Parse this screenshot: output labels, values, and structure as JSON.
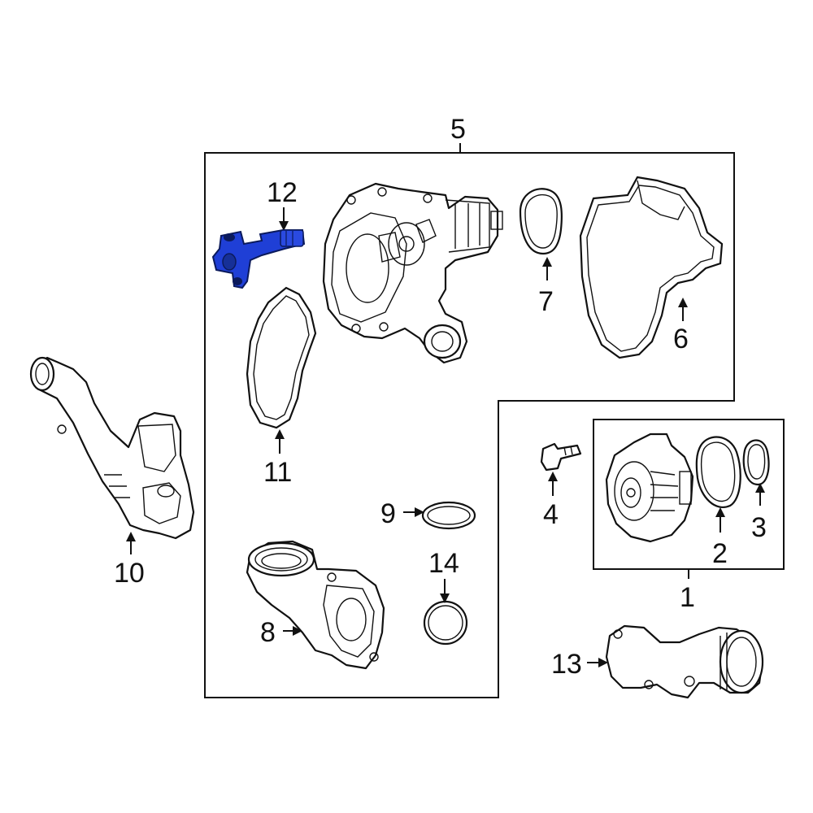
{
  "callouts": [
    {
      "id": "c1",
      "label": "1"
    },
    {
      "id": "c2",
      "label": "2"
    },
    {
      "id": "c3",
      "label": "3"
    },
    {
      "id": "c4",
      "label": "4"
    },
    {
      "id": "c5",
      "label": "5"
    },
    {
      "id": "c6",
      "label": "6"
    },
    {
      "id": "c7",
      "label": "7"
    },
    {
      "id": "c8",
      "label": "8"
    },
    {
      "id": "c9",
      "label": "9"
    },
    {
      "id": "c10",
      "label": "10"
    },
    {
      "id": "c11",
      "label": "11"
    },
    {
      "id": "c12",
      "label": "12"
    },
    {
      "id": "c13",
      "label": "13"
    },
    {
      "id": "c14",
      "label": "14"
    }
  ],
  "colors": {
    "highlight": "#1f3fd6",
    "line": "#111111",
    "background": "#ffffff"
  }
}
